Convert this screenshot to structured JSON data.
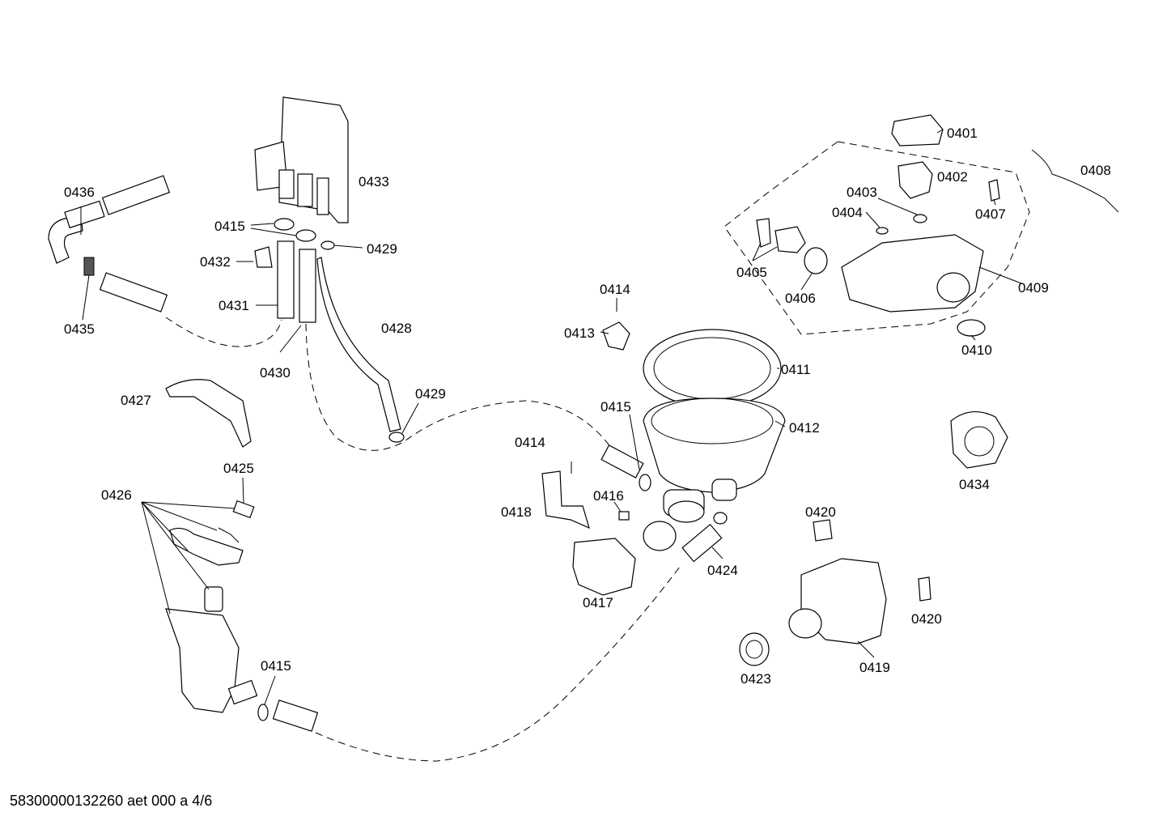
{
  "diagram": {
    "footer_text": "58300000132260 aet 000 a 4/6",
    "labels": {
      "p0401": "0401",
      "p0402": "0402",
      "p0403": "0403",
      "p0404": "0404",
      "p0405": "0405",
      "p0406": "0406",
      "p0407": "0407",
      "p0408": "0408",
      "p0409": "0409",
      "p0410": "0410",
      "p0411": "0411",
      "p0412": "0412",
      "p0413": "0413",
      "p0414a": "0414",
      "p0414b": "0414",
      "p0415a": "0415",
      "p0415b": "0415",
      "p0415c": "0415",
      "p0416": "0416",
      "p0417": "0417",
      "p0418": "0418",
      "p0419": "0419",
      "p0420a": "0420",
      "p0420b": "0420",
      "p0423": "0423",
      "p0424": "0424",
      "p0425": "0425",
      "p0426": "0426",
      "p0427": "0427",
      "p0428": "0428",
      "p0429a": "0429",
      "p0429b": "0429",
      "p0430": "0430",
      "p0431": "0431",
      "p0432": "0432",
      "p0433": "0433",
      "p0434": "0434",
      "p0435": "0435",
      "p0436": "0436"
    }
  }
}
